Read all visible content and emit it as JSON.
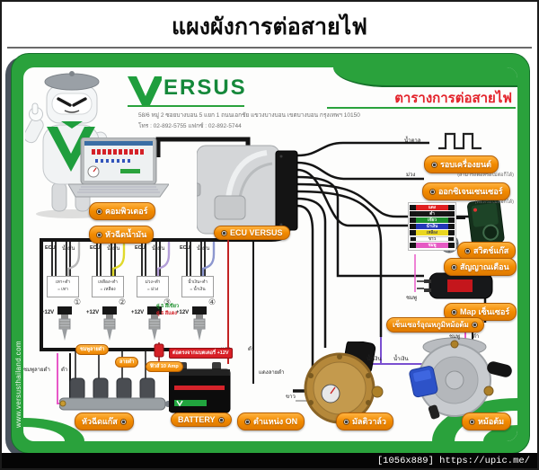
{
  "page": {
    "title": "แผงผังการต่อสายไฟ",
    "footer": "[1056x889] https://upic.me/",
    "watermark": "www.versusthailand.com"
  },
  "brand": {
    "v": "V",
    "name": "ERSUS",
    "address_line1": "58/6 หมู่ 2 ซอยบางบอน 5 แยก 1 ถนนเอกชัย แขวงบางบอน เขตบางบอน กรุงเทพฯ 10150",
    "address_line2": "โทร : 02-892-5755 แฟกซ์ : 02-892-5744",
    "table_title": "ตารางการต่อสายไฟ"
  },
  "badges": {
    "computer": "คอมพิวเตอร์",
    "petrol_injectors": "หัวฉีดน้ำมัน",
    "ecu": "ECU VERSUS",
    "rpm": "รอบเครื่องยนต์",
    "o2": "ออกซิเจนเซนเซอร์",
    "gas_switch": "สวิตช์แก๊ส",
    "alarm": "สัญญาณเตือน",
    "map": "Map เซ็นเซอร์",
    "temp": "เซ็นเซอร์อุณหภูมิหม้อต้ม",
    "gas_injectors": "หัวฉีดแก๊ส",
    "battery": "BATTERY",
    "ignition": "ตำแหน่ง ON",
    "multivalve": "มัลติวาล์ว",
    "reducer": "หม้อต้ม"
  },
  "notes": {
    "rpm": "(สามารถต่อหรือไม่ต่อก็ได้)",
    "o2": "(ต่อหรือไม่ต่อก็ได้)",
    "pair5": "คู่ 5 สีเขียว",
    "pair6": "คู่ 6 สีแดง",
    "battery_feed": "ต่อตรงจากแบตเตอรี่ +12V",
    "fuse": "ฟิวส์ 10 Amp"
  },
  "wires": {
    "brown": "น้ำตาล",
    "purple": "ม่วง",
    "pink": "ชมพู",
    "red": "แดง",
    "black": "ดำ",
    "red_black": "แดงลายดำ",
    "white": "ขาว",
    "blue_left": "น้ำเงิน",
    "blue_right": "น้ำเงิน",
    "pink_black": "ชมพูลายดำ",
    "rail_black": "ดำ",
    "rail_pill_1": "ชมพูลายดำ",
    "rail_pill_2": "ลายดำ",
    "temp_pink": "ชมพู",
    "temp_black": "ดำ"
  },
  "injectors": [
    {
      "ecu": "ECU",
      "fuel": "น้ำมัน",
      "line1": "เทา+ดำ",
      "line2": "= เทา",
      "num": "①",
      "v12": "+12V"
    },
    {
      "ecu": "ECU",
      "fuel": "น้ำมัน",
      "line1": "เหลือง+ดำ",
      "line2": "= เหลือง",
      "num": "②",
      "v12": "+12V"
    },
    {
      "ecu": "ECU",
      "fuel": "น้ำมัน",
      "line1": "ม่วง+ดำ",
      "line2": "= ม่วง",
      "num": "③",
      "v12": "+12V"
    },
    {
      "ecu": "ECU",
      "fuel": "น้ำมัน",
      "line1": "น้ำเงิน+ดำ",
      "line2": "= น้ำเงิน",
      "num": "④",
      "v12": "+12V"
    }
  ],
  "connector": {
    "rows": [
      {
        "label": "แดง",
        "color": "#e02020"
      },
      {
        "label": "ดำ",
        "color": "#161616"
      },
      {
        "label": "เขียว",
        "color": "#1c8f2c"
      },
      {
        "label": "น้ำเงิน",
        "color": "#2438b8"
      },
      {
        "label": "เหลือง",
        "color": "#ead61f"
      },
      {
        "label": "ขาว",
        "color": "#ffffff"
      },
      {
        "label": "ชมพู",
        "color": "#e65ac4"
      }
    ]
  },
  "colors": {
    "frame_green": "#2aa23c",
    "badge_orange": "#f18a00",
    "header_red": "#e3222a",
    "wire_purple": "#7a4fd0",
    "wire_pink": "#e858c8"
  }
}
